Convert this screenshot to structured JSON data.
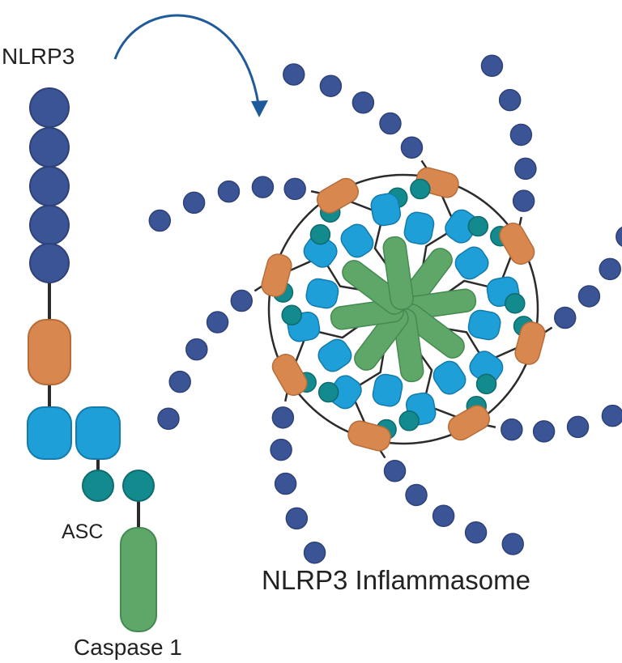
{
  "labels": {
    "nlrp3": "NLRP3",
    "asc": "ASC",
    "caspase": "Caspase 1",
    "inflammasome": "NLRP3 Inflammasome"
  },
  "colors": {
    "lrr_domain": "#3b5495",
    "nacht_domain": "#d8874e",
    "pyd_domain": "#1e9fd8",
    "card_domain": "#138a8e",
    "caspase1": "#5fa769",
    "linker": "#2b2b2b",
    "arrow": "#1f5a9a",
    "text": "#222222"
  }
}
